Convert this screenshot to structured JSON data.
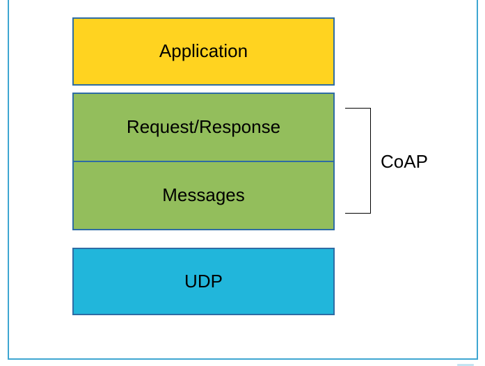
{
  "page": {
    "background": "#ffffff",
    "border_color": "#3da6d1"
  },
  "stack": {
    "box_border_color": "#2e6ca4",
    "text_color": "#000000",
    "application": {
      "label": "Application",
      "fill": "#ffd320"
    },
    "coap": {
      "fill": "#93be5c",
      "request_response": {
        "label": "Request/Response"
      },
      "messages": {
        "label": "Messages"
      }
    },
    "udp": {
      "label": "UDP",
      "fill": "#21b6db"
    }
  },
  "annotation": {
    "coap": {
      "label": "CoAP",
      "bracket_color": "#000000"
    }
  }
}
